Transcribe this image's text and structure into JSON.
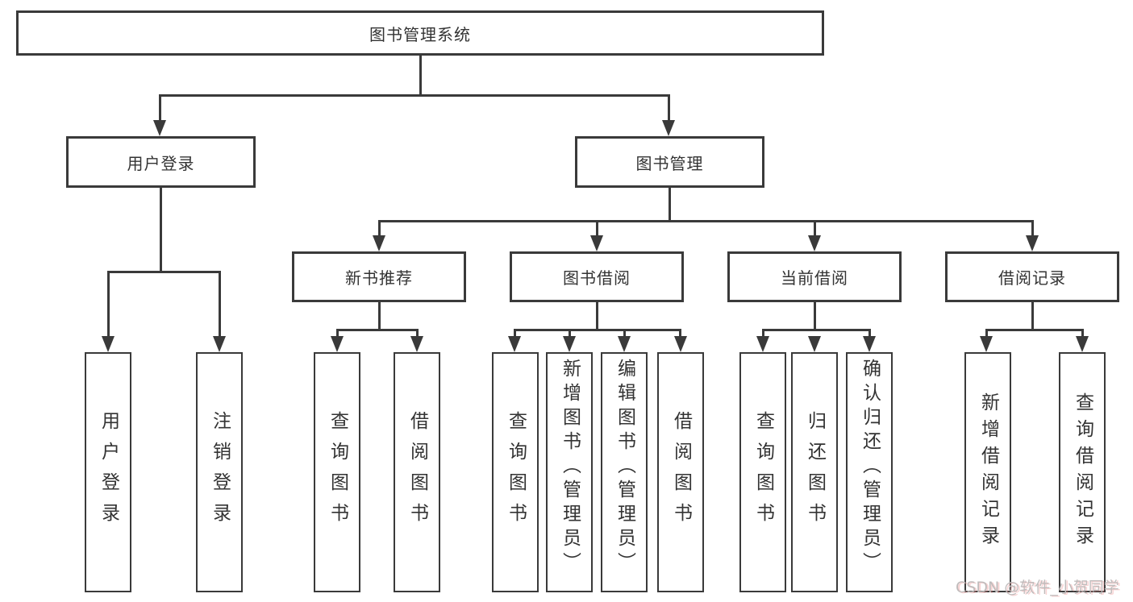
{
  "diagram": {
    "title": "图书管理系统",
    "nodes": {
      "root": {
        "label": "图书管理系统"
      },
      "user_login": {
        "label": "用户登录",
        "children": {
          "login": {
            "label": "用户登录"
          },
          "logout": {
            "label": "注销登录"
          }
        }
      },
      "book_mgmt": {
        "label": "图书管理",
        "children": {
          "new_book_rec": {
            "label": "新书推荐",
            "children": {
              "query": {
                "label": "查询图书"
              },
              "borrow": {
                "label": "借阅图书"
              }
            }
          },
          "book_borrow": {
            "label": "图书借阅",
            "children": {
              "query": {
                "label": "查询图书"
              },
              "add": {
                "label": "新增图书（管理员）"
              },
              "edit": {
                "label": "编辑图书（管理员）"
              },
              "borrow": {
                "label": "借阅图书"
              }
            }
          },
          "current_borrow": {
            "label": "当前借阅",
            "children": {
              "query": {
                "label": "查询图书"
              },
              "return": {
                "label": "归还图书"
              },
              "confirm": {
                "label": "确认归还（管理员）"
              }
            }
          },
          "borrow_records": {
            "label": "借阅记录",
            "children": {
              "add": {
                "label": "新增借阅记录"
              },
              "query": {
                "label": "查询借阅记录"
              }
            }
          }
        }
      }
    }
  },
  "watermark": {
    "text": "CSDN @软件_小贺同学"
  },
  "colors": {
    "line": "#3a3a3a",
    "text": "#333333",
    "watermark": "#c0bcbc",
    "background": "#ffffff"
  }
}
